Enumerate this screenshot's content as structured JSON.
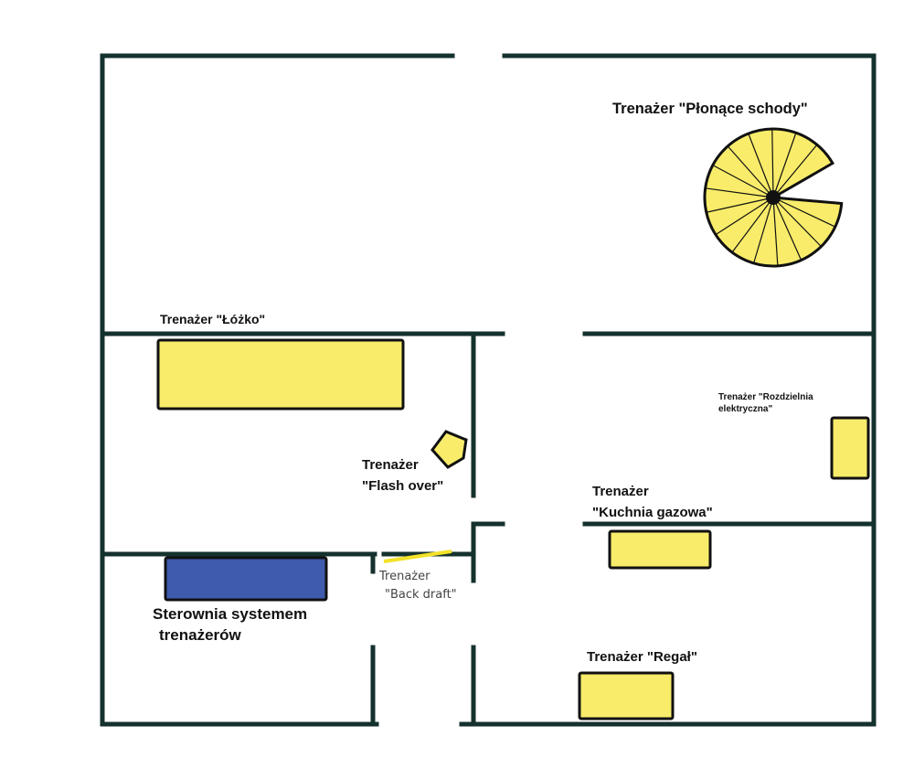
{
  "colors": {
    "wall": "#14312e",
    "trainer": "#f8ec6a",
    "control_room": "#3f5bad",
    "back_draft_line": "#f3e22a"
  },
  "labels": {
    "stairs": "Trenażer \"Płonące schody\"",
    "bed": "Trenażer \"Łóżko\"",
    "flashover_line1": "Trenażer",
    "flashover_line2": "\"Flash over\"",
    "switchboard_line1": "Trenażer \"Rozdzielnia",
    "switchboard_line2": "elektryczna\"",
    "kitchen_line1": "Trenażer",
    "kitchen_line2": "\"Kuchnia gazowa\"",
    "backdraft_line1": "Trenażer",
    "backdraft_line2": "\"Back draft\"",
    "control_line1": "Sterownia systemem",
    "control_line2": "trenażerów",
    "shelf": "Trenażer \"Regał\""
  }
}
